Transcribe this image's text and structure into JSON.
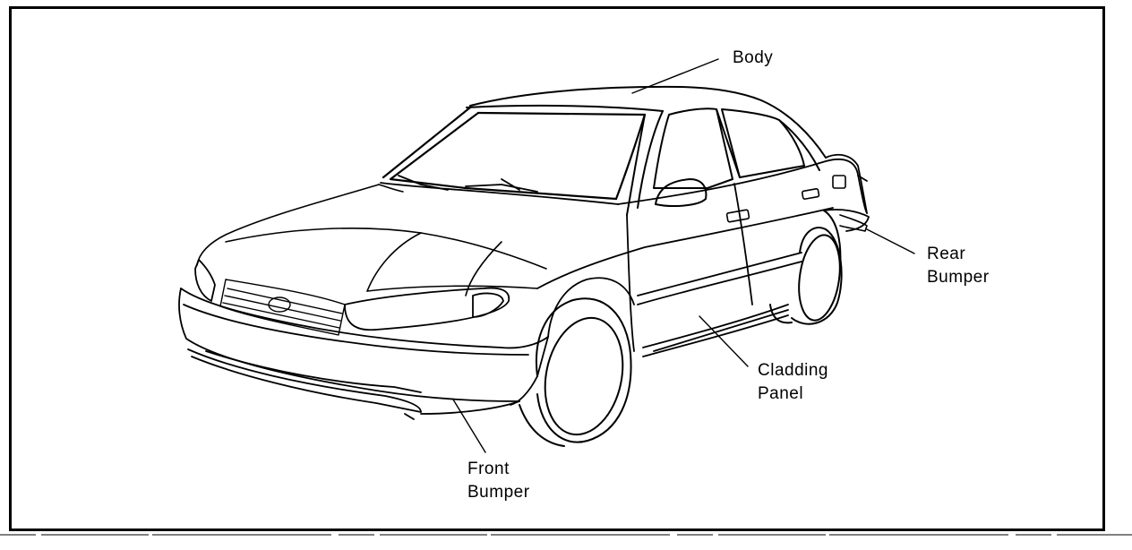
{
  "diagram": {
    "labels": {
      "body": "Body",
      "rear_bumper": [
        "Rear",
        "Bumper"
      ],
      "cladding_panel": [
        "Cladding",
        "Panel"
      ],
      "front_bumper": [
        "Front",
        "Bumper"
      ]
    }
  }
}
